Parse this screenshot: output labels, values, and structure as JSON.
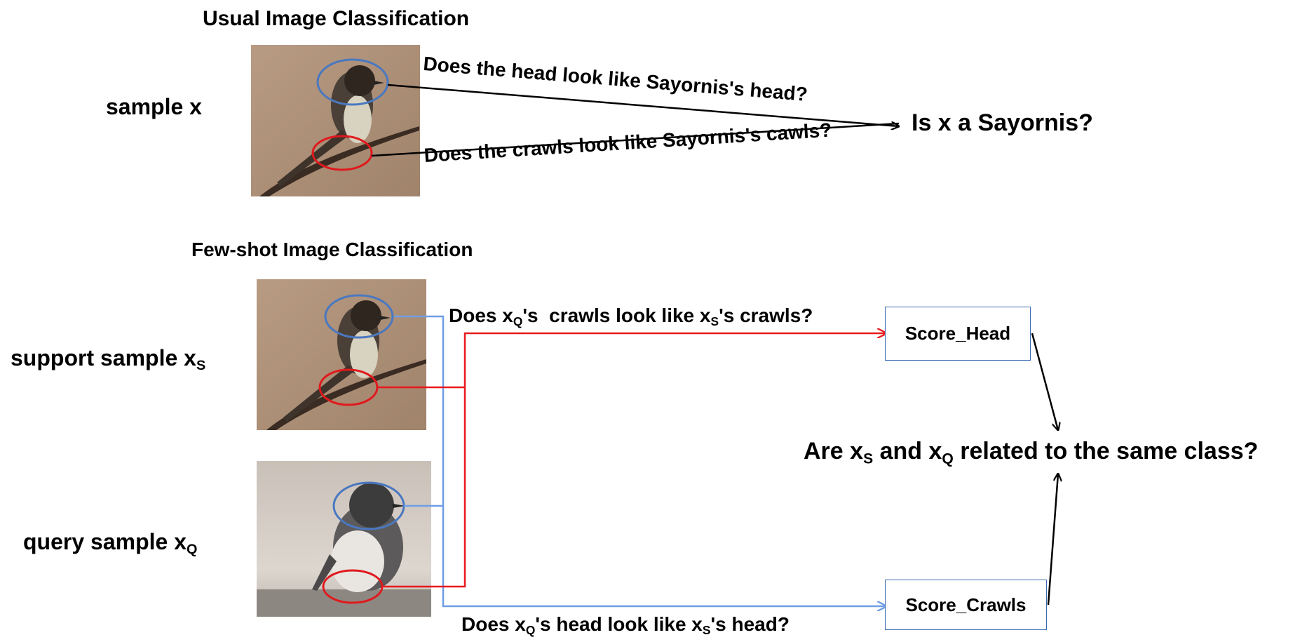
{
  "usual": {
    "title": "Usual Image Classification",
    "sample_label": "sample x",
    "q_head": "Does the head look like Sayornis's head?",
    "q_crawls": "Does the crawls look like Sayornis's cawls?",
    "result": "Is x a Sayornis?"
  },
  "fewshot": {
    "title": "Few-shot Image Classification",
    "support_label": "support sample x",
    "support_sub": "S",
    "query_label": "query sample x",
    "query_sub": "Q",
    "q_crawls_parts": [
      "Does x",
      "Q",
      "'s  crawls look like x",
      "S",
      "'s crawls?"
    ],
    "q_head_parts": [
      "Does x",
      "Q",
      "'s head look like x",
      "S",
      "'s head?"
    ],
    "score_head": "Score_Head",
    "score_crawls": "Score_Crawls",
    "result_parts": [
      "Are x",
      "S",
      " and x",
      "Q",
      " related to the same class?"
    ]
  },
  "colors": {
    "head_circle": "#4a78c0",
    "crawls_circle": "#e0191d",
    "blue_line": "#6f9ee6",
    "red_line": "#e8191d",
    "box_border": "#3b6bb3"
  }
}
